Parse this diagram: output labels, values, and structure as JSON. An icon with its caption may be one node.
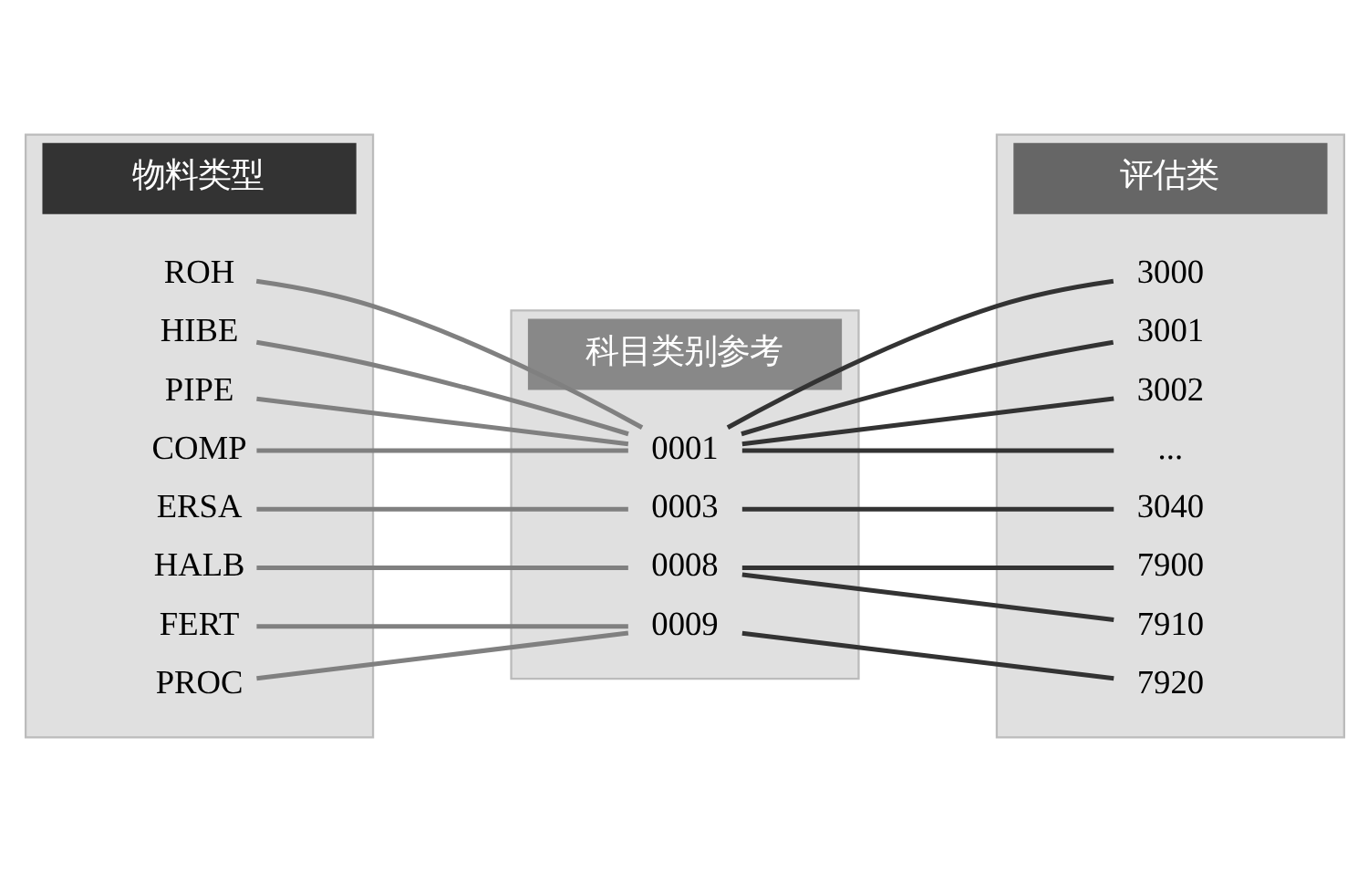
{
  "diagram": {
    "nodes": [
      {
        "text": [
          "物料类型"
        ]
      },
      {
        "text": [
          "ROH"
        ],
        "in": 0
      },
      {
        "text": [
          "HIBE"
        ],
        "in": 0
      },
      {
        "text": [
          "PIPE"
        ],
        "in": 0
      },
      {
        "text": [
          "COMP"
        ],
        "in": 0
      },
      {
        "text": [
          "ERSA"
        ],
        "in": 0
      },
      {
        "text": [
          "HALB"
        ],
        "in": 0
      },
      {
        "text": [
          "FERT"
        ],
        "in": 0
      },
      {
        "text": [
          "PROC"
        ],
        "in": 0
      },
      {
        "text": [
          "科目类别参考"
        ]
      },
      {
        "text": [
          "0001"
        ],
        "in": 9
      },
      {
        "text": [
          "0003"
        ],
        "in": 9
      },
      {
        "text": [
          "0008"
        ],
        "in": 9
      },
      {
        "text": [
          "0009"
        ],
        "in": 9
      },
      {
        "text": [
          "评估类"
        ]
      },
      {
        "text": [
          "3000"
        ],
        "in": 14
      },
      {
        "text": [
          "3001"
        ],
        "in": 14
      },
      {
        "text": [
          "3002"
        ],
        "in": 14
      },
      {
        "text": [
          "..."
        ],
        "in": 14
      },
      {
        "text": [
          "3040"
        ],
        "in": 14
      },
      {
        "text": [
          "7900"
        ],
        "in": 14
      },
      {
        "text": [
          "7910"
        ],
        "in": 14
      },
      {
        "text": [
          "7920"
        ],
        "in": 14
      }
    ],
    "edges": [
      {
        "from": 1,
        "to": 10,
        "arrow": "none"
      },
      {
        "from": 2,
        "to": 10,
        "arrow": "none"
      },
      {
        "from": 3,
        "to": 10,
        "arrow": "none"
      },
      {
        "from": 4,
        "to": 10,
        "arrow": "none"
      },
      {
        "from": 5,
        "to": 11,
        "arrow": "none"
      },
      {
        "from": 6,
        "to": 12,
        "arrow": "none"
      },
      {
        "from": 7,
        "to": 13,
        "arrow": "none"
      },
      {
        "from": 8,
        "to": 13,
        "arrow": "none"
      },
      {
        "from": 10,
        "to": 15,
        "arrow": "none",
        "color": "#333333"
      },
      {
        "from": 10,
        "to": 16,
        "arrow": "none",
        "color": "#333333"
      },
      {
        "from": 10,
        "to": 17,
        "arrow": "none",
        "color": "#333333"
      },
      {
        "from": 10,
        "to": 18,
        "arrow": "none",
        "color": "#333333"
      },
      {
        "from": 11,
        "to": 19,
        "arrow": "none",
        "color": "#333333"
      },
      {
        "from": 12,
        "to": 20,
        "arrow": "none",
        "color": "#333333"
      },
      {
        "from": 12,
        "to": 21,
        "arrow": "none",
        "color": "#333333"
      },
      {
        "from": 13,
        "to": 22,
        "arrow": "none",
        "color": "#333333"
      }
    ]
  }
}
